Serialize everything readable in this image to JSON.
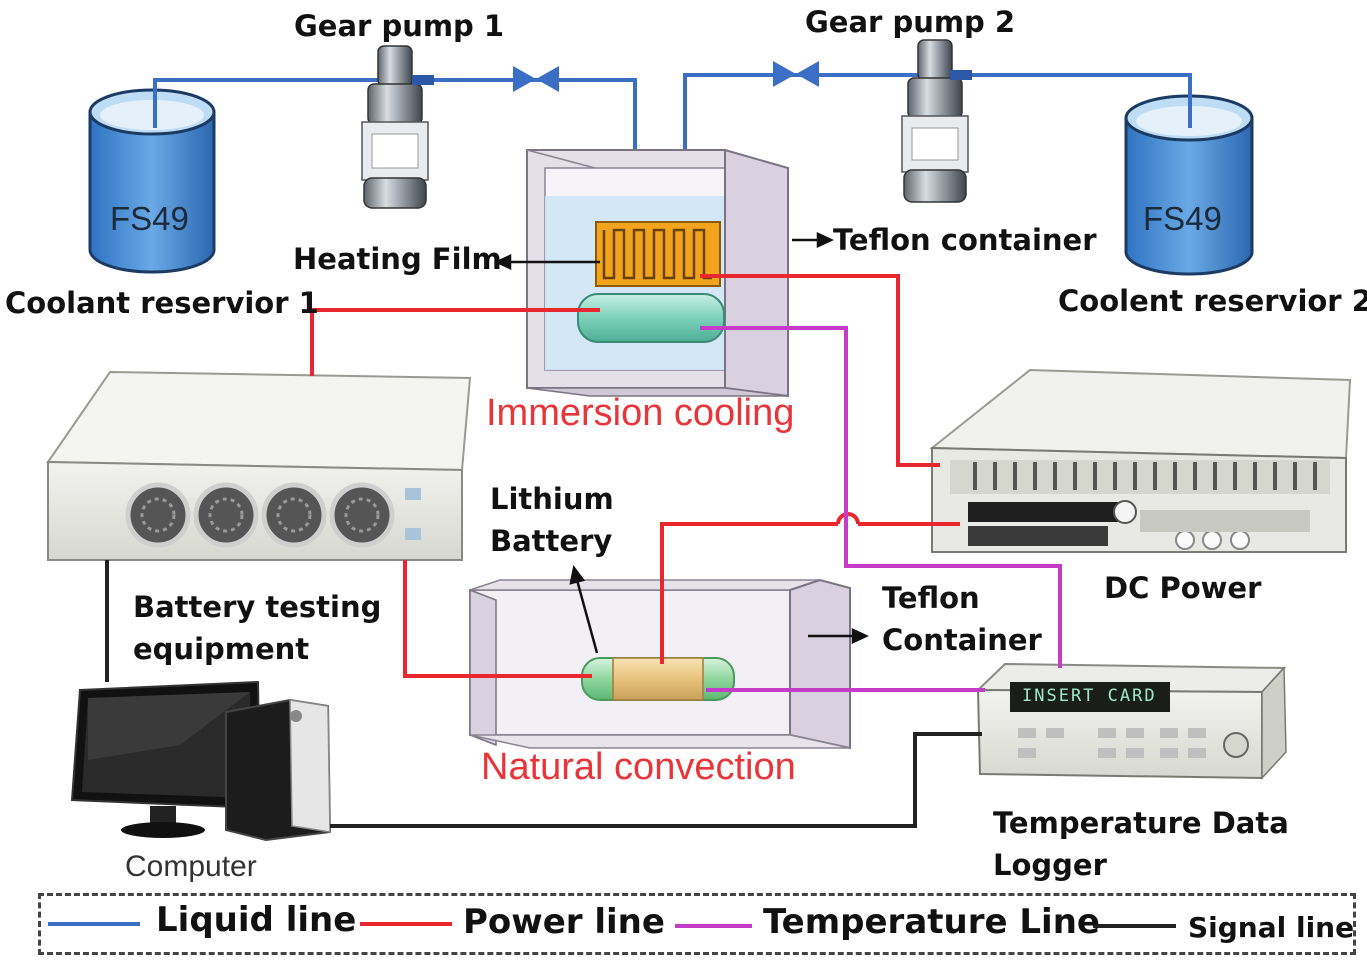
{
  "labels": {
    "gear_pump_1": "Gear pump 1",
    "gear_pump_2": "Gear pump 2",
    "coolant_reservoir_1": "Coolant reservior 1",
    "coolant_reservoir_2": "Coolent reservior 2",
    "reservoir_text_1": "FS49",
    "reservoir_text_2": "FS49",
    "heating_film": "Heating Film",
    "teflon_container_top": "Teflon container",
    "immersion_cooling": "Immersion cooling",
    "lithium_battery_line1": "Lithium",
    "lithium_battery_line2": "Battery",
    "battery_testing_line1": "Battery testing",
    "battery_testing_line2": "equipment",
    "teflon_container_bottom_line1": "Teflon",
    "teflon_container_bottom_line2": "Container",
    "dc_power": "DC Power",
    "natural_convection": "Natural convection",
    "computer": "Computer",
    "temp_logger_line1": "Temperature Data",
    "temp_logger_line2": "Logger",
    "logger_display": "INSERT CARD"
  },
  "legend": {
    "liquid": "Liquid line",
    "power": "Power line",
    "temperature": "Temperature Line",
    "signal": "Signal line"
  },
  "colors": {
    "liquid": "#3b6fc6",
    "power": "#e8282e",
    "temperature": "#c43cc8",
    "signal": "#222222",
    "reservoir": "#4a8fd6",
    "heater": "#f2a51c",
    "caption_red": "#e8353a"
  }
}
